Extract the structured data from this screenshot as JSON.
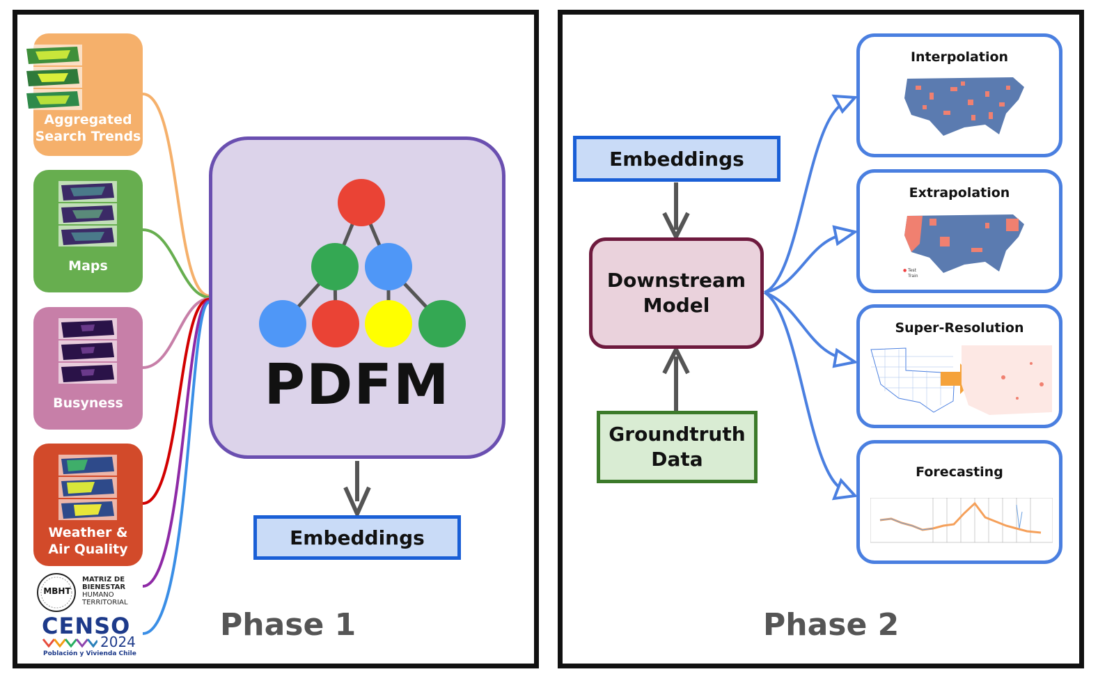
{
  "phase1": {
    "label": "Phase 1",
    "sources": [
      {
        "label_line1": "Aggregated",
        "label_line2": "Search Trends",
        "color": "#f5b06b",
        "line_color": "#f5b06b"
      },
      {
        "label_line1": "Maps",
        "label_line2": "",
        "color": "#67ae4f",
        "line_color": "#67ae4f"
      },
      {
        "label_line1": "Busyness",
        "label_line2": "",
        "color": "#c77fa8",
        "line_color": "#c77fa8"
      },
      {
        "label_line1": "Weather &",
        "label_line2": "Air Quality",
        "color": "#d24a2a",
        "line_color": "#d20000"
      }
    ],
    "logos": {
      "mbht_badge": "MBHT",
      "mbht_line1": "MATRIZ DE",
      "mbht_line2": "BIENESTAR",
      "mbht_line3": "HUMANO",
      "mbht_line4": "TERRITORIAL",
      "censo_title": "CENSO",
      "censo_year": "2024",
      "censo_sub": "Población y Vivienda Chile"
    },
    "model": {
      "name": "PDFM",
      "fill": "#dcd3ea",
      "border": "#6a4fb0"
    },
    "output": {
      "label": "Embeddings"
    }
  },
  "phase2": {
    "label": "Phase 2",
    "embeddings": {
      "label": "Embeddings"
    },
    "downstream": {
      "line1": "Downstream",
      "line2": "Model"
    },
    "groundtruth": {
      "line1": "Groundtruth",
      "line2": "Data"
    },
    "tasks": [
      {
        "title": "Interpolation"
      },
      {
        "title": "Extrapolation",
        "legend_test": "Test",
        "legend_train": "Train"
      },
      {
        "title": "Super-Resolution"
      },
      {
        "title": "Forecasting"
      }
    ]
  },
  "colors": {
    "accent_blue": "#4a7fe0",
    "embed_fill": "#c9dbf7",
    "embed_border": "#1a5fd6",
    "downstream_fill": "#ead2dc",
    "downstream_border": "#6e1a3e",
    "groundtruth_fill": "#d9ecd3",
    "groundtruth_border": "#3c7a2a",
    "node_red": "#ea4335",
    "node_green": "#34a853",
    "node_blue": "#4f97f7",
    "node_yellow": "#ffff00"
  }
}
